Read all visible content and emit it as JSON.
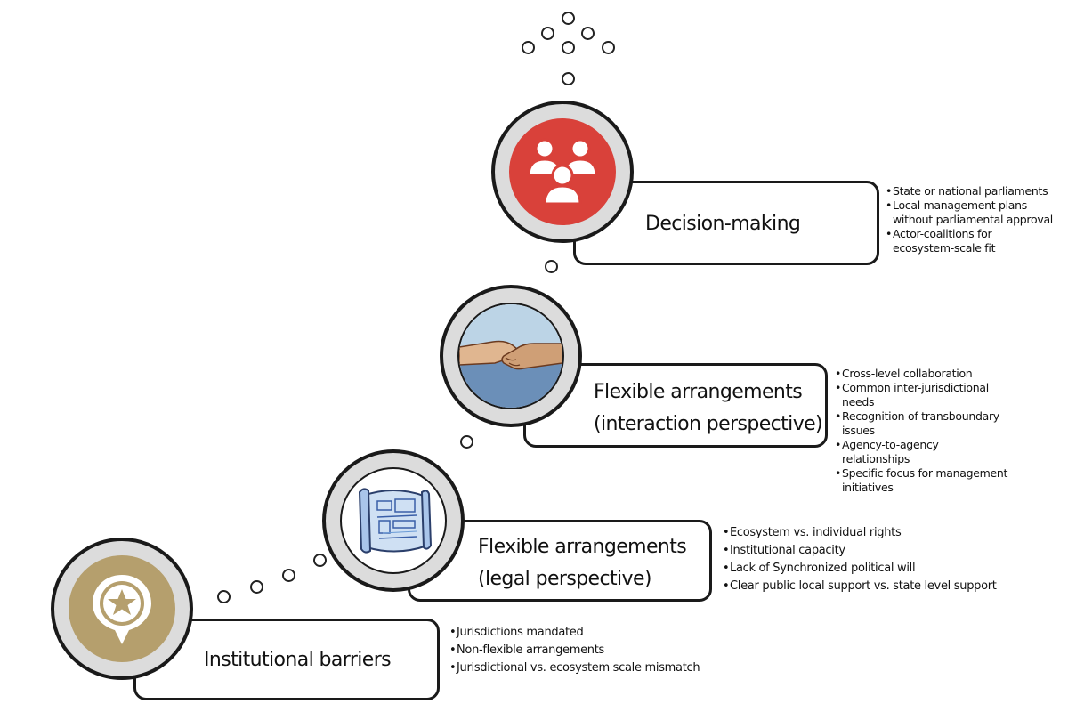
{
  "steps": [
    {
      "title_lines": [
        "Institutional barriers"
      ],
      "icon": "map-pin-star-icon",
      "bullets": [
        "Jurisdictions  mandated",
        "Non-flexible  arrangements",
        "Jurisdictional  vs.  ecosystem scale mismatch"
      ]
    },
    {
      "title_lines": [
        "Flexible arrangements",
        "(legal perspective)"
      ],
      "icon": "legal-scroll-icon",
      "bullets": [
        "Ecosystem vs.  individual rights",
        "Institutional  capacity",
        "Lack of Synchronized  political  will",
        "Clear public local support  vs. state level support"
      ]
    },
    {
      "title_lines": [
        "Flexible arrangements",
        "(interaction perspective)"
      ],
      "icon": "handshake-icon",
      "bullets": [
        "Cross-level collaboration",
        "Common inter-jurisdictional needs",
        "Recognition of transboundary issues",
        "Agency-to-agency relationships",
        "Specific focus for management initiatives"
      ]
    },
    {
      "title_lines": [
        "Decision-making"
      ],
      "icon": "people-group-icon",
      "bullets": [
        "State or national parliaments",
        "Local management plans without parliamental approval",
        "Actor-coalitions for ecosystem-scale fit"
      ]
    }
  ],
  "colors": {
    "outline": "#1a1a1a",
    "ring": "#dcdcdc",
    "barrier_gold": "#b59f6d",
    "decision_red": "#d9413a",
    "legal_blue": "#6a9bd6",
    "sky_blue": "#bcd4e6"
  }
}
